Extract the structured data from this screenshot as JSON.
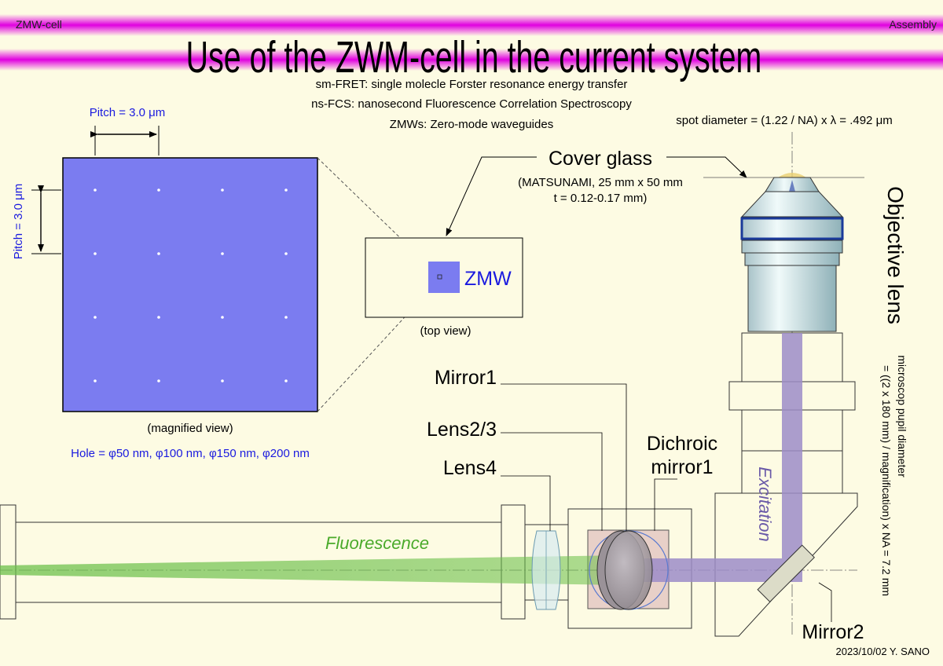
{
  "header": {
    "left_tag": "ZMW-cell",
    "right_tag": "Assembly",
    "title": "Use of the ZWM-cell in the current system"
  },
  "definitions": [
    "sm-FRET: single molecle Forster resonance energy transfer",
    "ns-FCS: nanosecond Fluorescence Correlation Spectroscopy",
    "ZMWs: Zero-mode waveguides"
  ],
  "magnified": {
    "pitch_h": "Pitch = 3.0 μm",
    "pitch_v": "Pitch = 3.0 μm",
    "caption": "(magnified view)",
    "hole_sizes": "Hole = φ50 nm, φ100 nm, φ150 nm,  φ200 nm",
    "grid_rows": 4,
    "grid_cols": 4
  },
  "top_view": {
    "zmw_label": "ZMW",
    "caption": "(top view)"
  },
  "cover_glass": {
    "label": "Cover glass",
    "spec_line1": "(MATSUNAMI, 25 mm x 50 mm",
    "spec_line2": "t = 0.12-0.17 mm)"
  },
  "spot_formula": "spot diameter = (1.22 / NA) x λ = .492 μm",
  "objective_label": "Objective lens",
  "pupil_line1": "microscop pupil diameter",
  "pupil_line2": "= ((2 x 180 mm) / magnification) x NA = 7.2 mm",
  "components": {
    "mirror1": "Mirror1",
    "lens23": "Lens2/3",
    "lens4": "Lens4",
    "dichroic_line1": "Dichroic",
    "dichroic_line2": "mirror1",
    "mirror2": "Mirror2"
  },
  "beams": {
    "excitation": "Excitation",
    "fluorescence": "Fluorescence"
  },
  "footer": "2023/10/02 Y. SANO",
  "colors": {
    "background": "#fdfbe3",
    "header_band": "#e000e0",
    "zmw_blue": "#7b7cf0",
    "excitation_purple": "#9c8cc8",
    "fluorescence_green": "#6cc04a",
    "label_blue": "#1a1adf"
  }
}
